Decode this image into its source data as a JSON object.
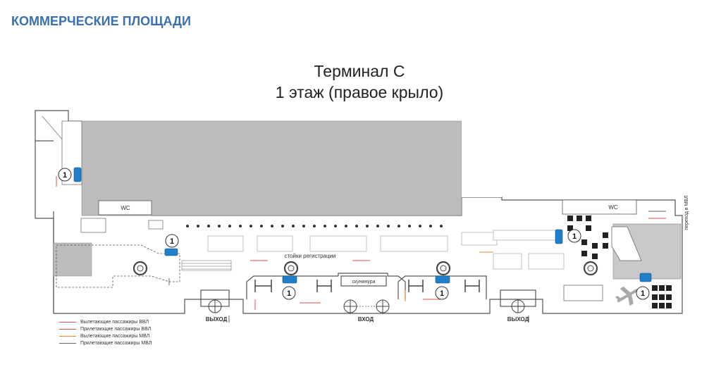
{
  "header": {
    "text": "КОММЕРЧЕСКИЕ ПЛОЩАДИ",
    "color": "#3a6fb0"
  },
  "title": {
    "line1": "Терминал С",
    "line2": "1 этаж (правое крыло)"
  },
  "labels": {
    "wc_left": "WC",
    "wc_right": "WC",
    "checkin": "стойки регистрации",
    "security": "скунинура",
    "exit_left": "ВЫХОД",
    "entrance": "ВХОД",
    "exit_right": "ВЫХОД",
    "transfer": "переход в МВЛ"
  },
  "markers": [
    {
      "label": "1",
      "name": "marker-1-left-upper"
    },
    {
      "label": "1",
      "name": "marker-1-checkin"
    },
    {
      "label": "1",
      "name": "marker-1-center-left"
    },
    {
      "label": "1",
      "name": "marker-1-center-right"
    },
    {
      "label": "1",
      "name": "marker-1-right-upper"
    },
    {
      "label": "1",
      "name": "marker-1-right-lower"
    }
  ],
  "legend": [
    {
      "text": "Вылетающие пассажиры ВВЛ",
      "color": "#d9534f"
    },
    {
      "text": "Прилетающие пассажиры ВВЛ",
      "color": "#c0504d"
    },
    {
      "text": "Вылетающие пассажиры МВЛ",
      "color": "#e08a2e"
    },
    {
      "text": "Прилетающие пассажиры МВЛ",
      "color": "#666666"
    }
  ],
  "colors": {
    "commercial": "#1f7fc8",
    "gray_zone": "#bcbcbc",
    "wall": "#555555"
  }
}
